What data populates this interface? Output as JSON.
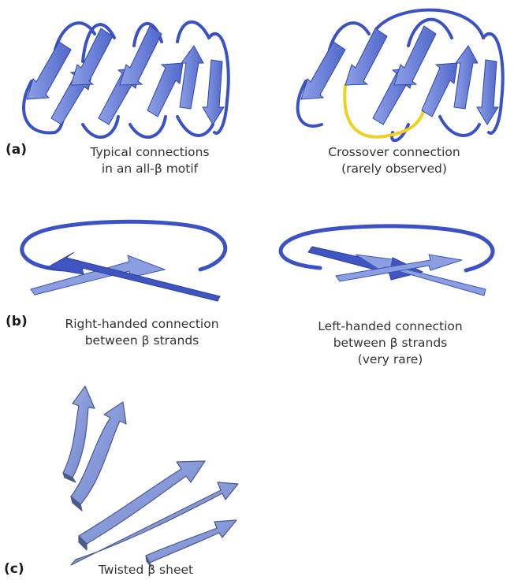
{
  "panels": {
    "a": {
      "letter": "(a)",
      "left_caption": [
        "Typical connections",
        "in an all-β motif"
      ],
      "right_caption": [
        "Crossover connection",
        "(rarely observed)"
      ]
    },
    "b": {
      "letter": "(b)",
      "left_caption": [
        "Right-handed connection",
        "between β strands"
      ],
      "right_caption": [
        "Left-handed connection",
        "between β strands",
        "(very rare)"
      ]
    },
    "c": {
      "letter": "(c)",
      "caption": [
        "Twisted β sheet"
      ]
    }
  },
  "colors": {
    "strand_fill": "#6f86d6",
    "strand_dark": "#3d55b8",
    "loop": "#3b52c4",
    "crossover_loop": "#f0d020",
    "sheet_fill": "#8c9fdc",
    "sheet_dark": "#4a5a8c"
  }
}
